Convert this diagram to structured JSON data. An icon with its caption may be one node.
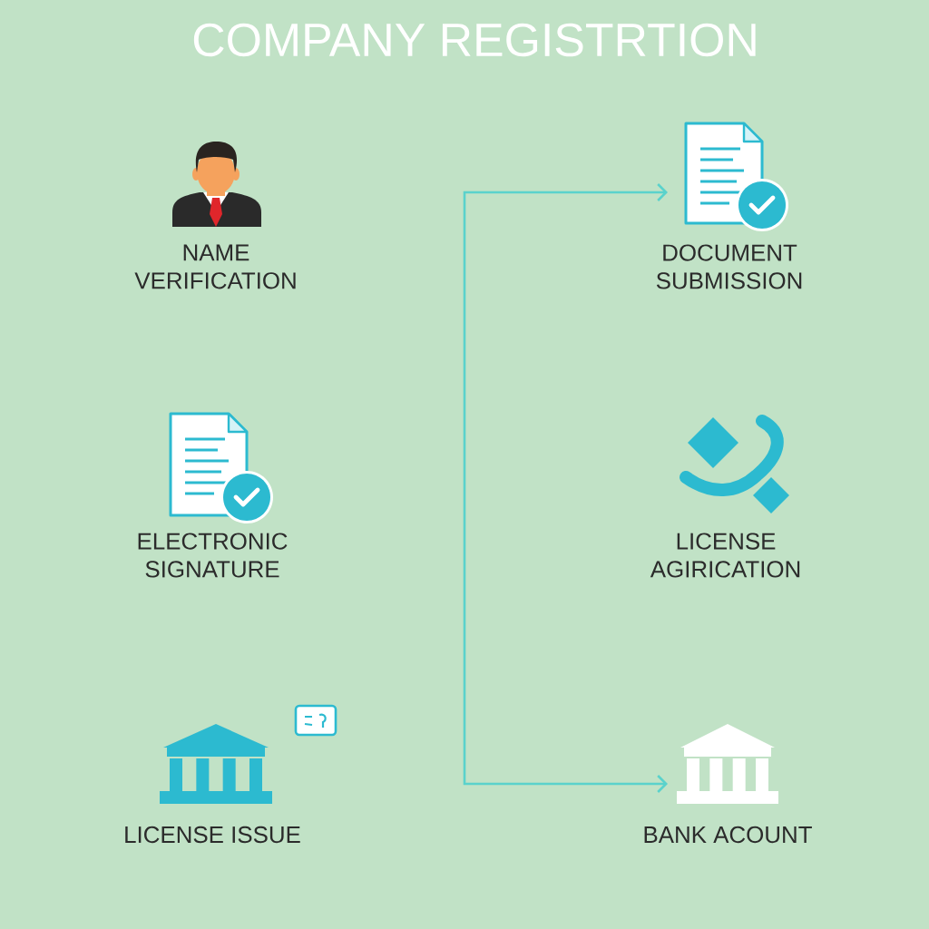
{
  "diagram": {
    "title": "COMPANY REGISTRTION",
    "nodes": [
      {
        "text": [
          "NAME VERIFICATION"
        ]
      },
      {
        "text": [
          "DOCUMENT SUBMISSION"
        ]
      },
      {
        "text": [
          "ELECTRONIC SIGNATURE"
        ]
      },
      {
        "text": [
          "LICENSE AGIRICATION"
        ]
      },
      {
        "text": [
          "LICENSE ISSUE"
        ]
      },
      {
        "text": [
          "BANK ACOUNT"
        ]
      }
    ],
    "edges": [
      {
        "from": 1,
        "to": 5,
        "arrow": "both"
      }
    ]
  }
}
